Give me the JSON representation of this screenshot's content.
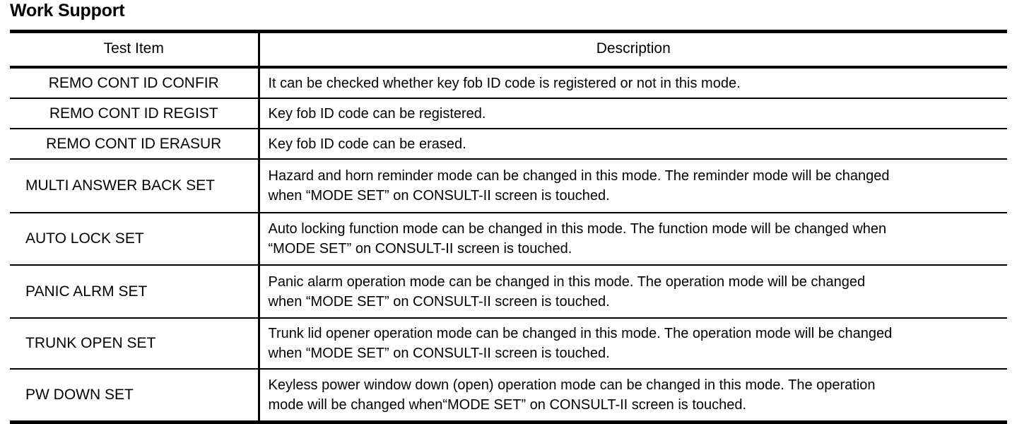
{
  "page": {
    "title": "Work Support",
    "background_color": "#ffffff",
    "text_color": "#000000"
  },
  "table": {
    "columns": [
      {
        "key": "test_item",
        "header": "Test Item"
      },
      {
        "key": "description",
        "header": "Description"
      }
    ],
    "rows": [
      {
        "test_item": "REMO CONT ID CONFIR",
        "description_lines": [
          "It can be checked whether key fob ID code is registered or not in this mode."
        ]
      },
      {
        "test_item": "REMO CONT ID REGIST",
        "description_lines": [
          "Key fob ID code can be registered."
        ]
      },
      {
        "test_item": "REMO CONT ID ERASUR",
        "description_lines": [
          "Key fob ID code can be erased."
        ]
      },
      {
        "test_item": "MULTI ANSWER BACK SET",
        "description_lines": [
          "Hazard and horn reminder mode can be changed in this mode. The reminder mode will be changed",
          "when “MODE SET” on CONSULT-II screen is touched."
        ]
      },
      {
        "test_item": "AUTO LOCK SET",
        "description_lines": [
          "Auto locking function mode can be changed in this mode. The function mode will be changed when",
          "“MODE SET” on CONSULT-II screen is touched."
        ]
      },
      {
        "test_item": "PANIC ALRM SET",
        "description_lines": [
          "Panic alarm operation mode can be changed in this mode. The operation mode will be changed",
          "when “MODE SET” on CONSULT-II screen is touched."
        ]
      },
      {
        "test_item": "TRUNK OPEN SET",
        "description_lines": [
          "Trunk lid opener operation mode can be changed in this mode. The operation mode will be changed",
          "when “MODE SET” on CONSULT-II screen is touched."
        ]
      },
      {
        "test_item": "PW DOWN SET",
        "description_lines": [
          "Keyless power window down (open) operation mode can be changed in this mode. The operation",
          "mode will be changed when“MODE SET” on CONSULT-II screen is touched."
        ]
      }
    ]
  }
}
